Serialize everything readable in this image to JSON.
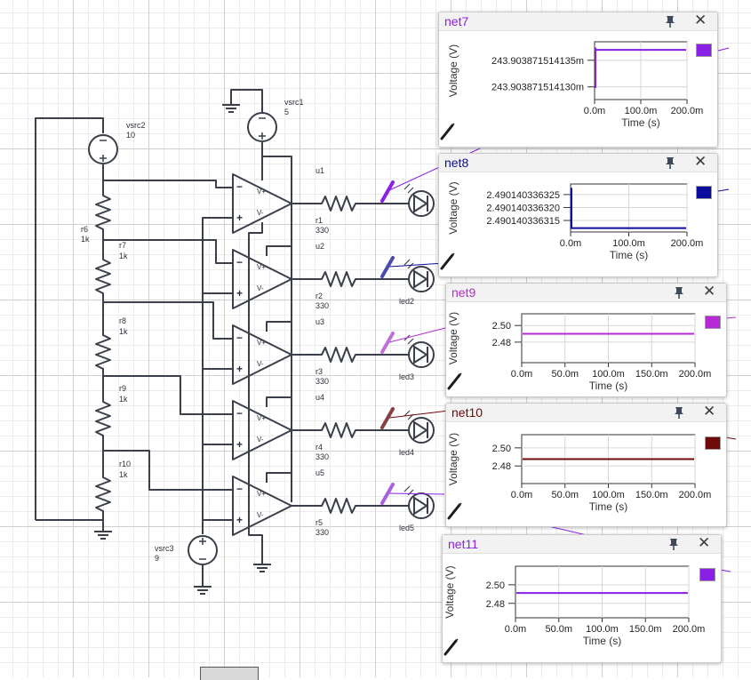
{
  "components": {
    "vsrc1": {
      "name": "vsrc1",
      "value": "5"
    },
    "vsrc2": {
      "name": "vsrc2",
      "value": "10"
    },
    "vsrc3": {
      "name": "vsrc3",
      "value": "9"
    },
    "resistors": [
      {
        "name": "r6",
        "value": "1k"
      },
      {
        "name": "r7",
        "value": "1k"
      },
      {
        "name": "r8",
        "value": "1k"
      },
      {
        "name": "r9",
        "value": "1k"
      },
      {
        "name": "r10",
        "value": "1k"
      },
      {
        "name": "r1",
        "value": "330"
      },
      {
        "name": "r2",
        "value": "330"
      },
      {
        "name": "r3",
        "value": "330"
      },
      {
        "name": "r4",
        "value": "330"
      },
      {
        "name": "r5",
        "value": "330"
      }
    ],
    "opamps": [
      "u1",
      "u2",
      "u3",
      "u4",
      "u5"
    ],
    "opamp_pins": {
      "plus": "V+",
      "minus": "V-",
      "in_minus": "−",
      "in_plus": "+"
    },
    "leds": [
      "led2",
      "led3",
      "led4",
      "led5"
    ]
  },
  "scopes": [
    {
      "title": "net7",
      "color": "#8a1fe6",
      "ylabel": "Voltage (V)",
      "xlabel": "Time (s)",
      "yticks": [
        "243.903871514135m",
        "243.903871514130m"
      ],
      "xticks": [
        "0.0m",
        "100.0m",
        "200.0m"
      ]
    },
    {
      "title": "net8",
      "color": "#0c0c9c",
      "ylabel": "Voltage (V)",
      "xlabel": "Time (s)",
      "yticks": [
        "2.490140336325",
        "2.490140336320",
        "2.490140336315"
      ],
      "xticks": [
        "0.0m",
        "100.0m",
        "200.0m"
      ]
    },
    {
      "title": "net9",
      "color": "#b52ad4",
      "ylabel": "Voltage (V)",
      "xlabel": "Time (s)",
      "yticks": [
        "2.50",
        "2.48"
      ],
      "xticks": [
        "0.0m",
        "50.0m",
        "100.0m",
        "150.0m",
        "200.0m"
      ]
    },
    {
      "title": "net10",
      "color": "#6e0a0a",
      "ylabel": "Voltage (V)",
      "xlabel": "Time (s)",
      "yticks": [
        "2.50",
        "2.48"
      ],
      "xticks": [
        "0.0m",
        "50.0m",
        "100.0m",
        "150.0m",
        "200.0m"
      ]
    },
    {
      "title": "net11",
      "color": "#8a1fe6",
      "ylabel": "Voltage (V)",
      "xlabel": "Time (s)",
      "yticks": [
        "2.50",
        "2.48"
      ],
      "xticks": [
        "0.0m",
        "50.0m",
        "100.0m",
        "150.0m",
        "200.0m"
      ]
    }
  ]
}
